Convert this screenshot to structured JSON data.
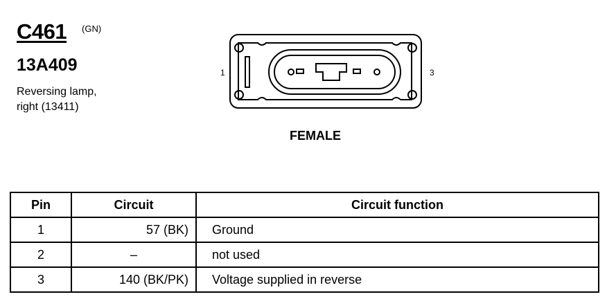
{
  "connector": {
    "id": "C461",
    "color": "(GN)",
    "part_number": "13A409",
    "description_line1": "Reversing lamp,",
    "description_line2": "right (13411)"
  },
  "diagram": {
    "pin_left_label": "1",
    "pin_right_label": "3",
    "gender": "FEMALE"
  },
  "table": {
    "headers": {
      "pin": "Pin",
      "circuit": "Circuit",
      "function": "Circuit function"
    },
    "rows": [
      {
        "pin": "1",
        "circuit": "57 (BK)",
        "function": "Ground"
      },
      {
        "pin": "2",
        "circuit": "–",
        "function": "not used"
      },
      {
        "pin": "3",
        "circuit": "140 (BK/PK)",
        "function": "Voltage supplied in reverse"
      }
    ]
  }
}
